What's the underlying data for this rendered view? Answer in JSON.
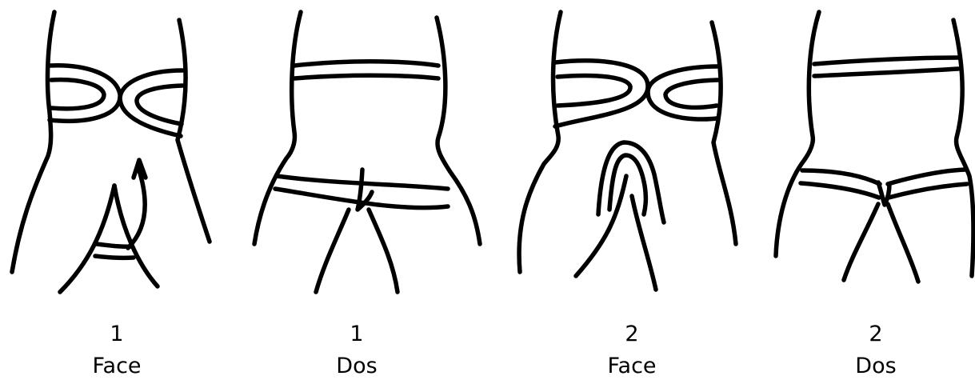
{
  "figures": [
    {
      "number": "1",
      "label": "Face"
    },
    {
      "number": "1",
      "label": "Dos"
    },
    {
      "number": "2",
      "label": "Face"
    },
    {
      "number": "2",
      "label": "Dos"
    }
  ],
  "stroke_color": "#000000",
  "background_color": "#ffffff"
}
